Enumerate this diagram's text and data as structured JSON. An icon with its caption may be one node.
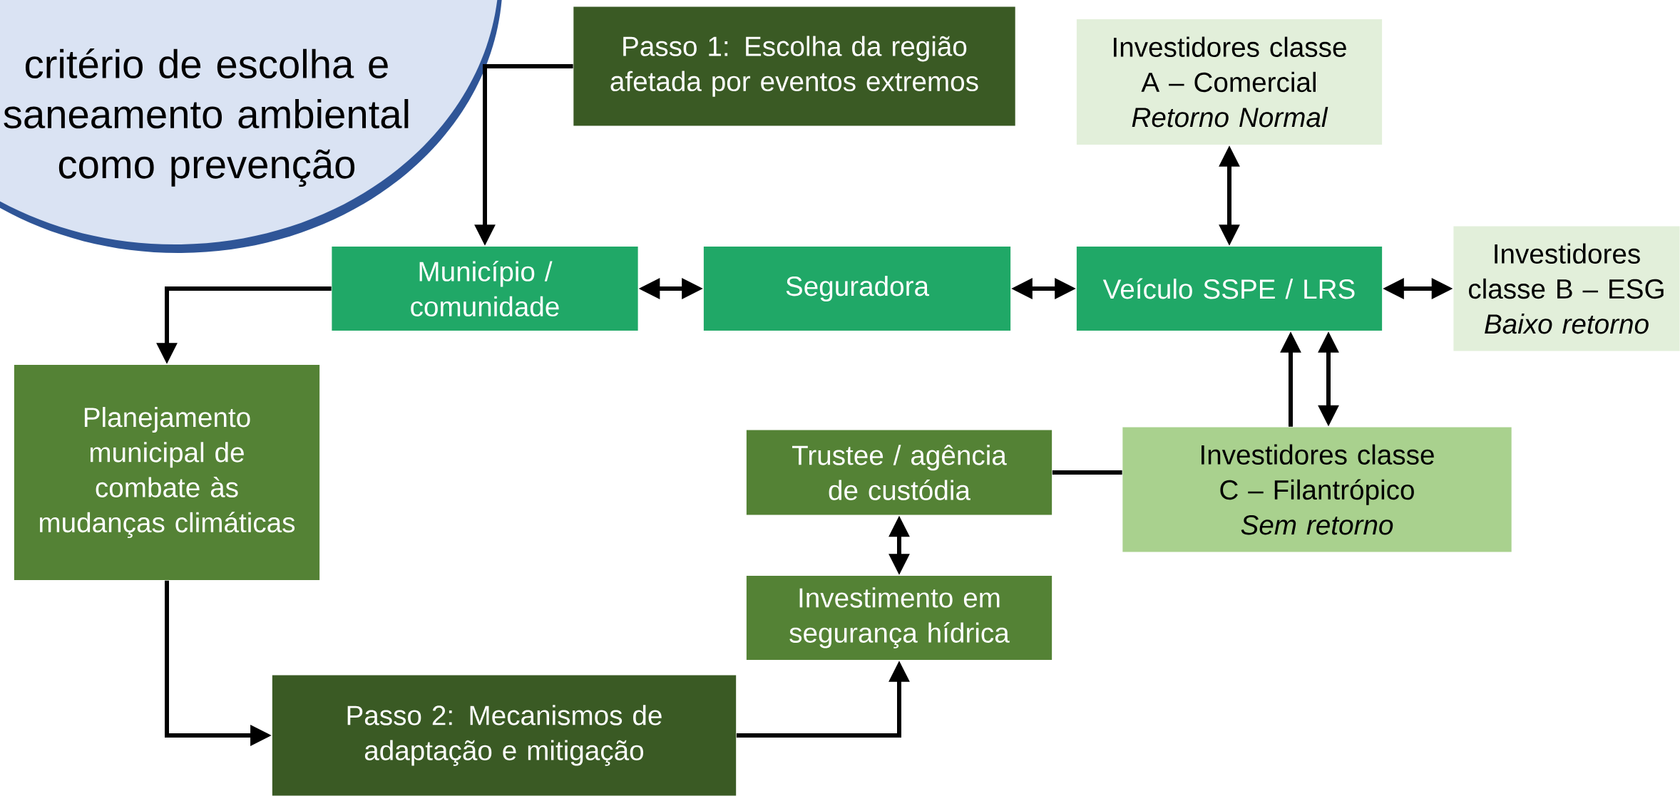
{
  "diagram": {
    "nodes": [
      {
        "text": [
          "critério de escolha e saneamento ambiental como prevenção"
        ]
      },
      {
        "text": [
          "Passo 1: Escolha da região afetada por eventos extremos"
        ]
      },
      {
        "text": [
          "Investidores classe A – Comercial",
          "Retorno Normal"
        ]
      },
      {
        "text": [
          "Município / comunidade"
        ]
      },
      {
        "text": [
          "Seguradora"
        ]
      },
      {
        "text": [
          "Veículo SSPE / LRS"
        ]
      },
      {
        "text": [
          "Investidores classe B – ESG",
          "Baixo retorno"
        ]
      },
      {
        "text": [
          "Planejamento municipal de combate às mudanças climáticas"
        ]
      },
      {
        "text": [
          "Trustee / agência de custódia"
        ]
      },
      {
        "text": [
          "Investidores classe C – Filantrópico",
          "Sem retorno"
        ]
      },
      {
        "text": [
          "Investimento em segurança hídrica"
        ]
      },
      {
        "text": [
          "Passo 2: Mecanismos de adaptação e mitigação"
        ]
      }
    ],
    "edges": [
      {
        "from": 1,
        "to": 3,
        "arrow": "to"
      },
      {
        "from": 3,
        "to": 4,
        "arrow": "both"
      },
      {
        "from": 4,
        "to": 5,
        "arrow": "both"
      },
      {
        "from": 2,
        "to": 5,
        "arrow": "both"
      },
      {
        "from": 5,
        "to": 6,
        "arrow": "both"
      },
      {
        "from": 3,
        "to": 7,
        "arrow": "to"
      },
      {
        "from": 7,
        "to": 11,
        "arrow": "to"
      },
      {
        "from": 11,
        "to": 10,
        "arrow": "to"
      },
      {
        "from": 8,
        "to": 10,
        "arrow": "both"
      },
      {
        "from": 8,
        "to": 9,
        "arrow": "none"
      },
      {
        "from": 9,
        "to": 5,
        "arrow": "to"
      },
      {
        "from": 9,
        "to": 5,
        "arrow": "both"
      }
    ]
  }
}
